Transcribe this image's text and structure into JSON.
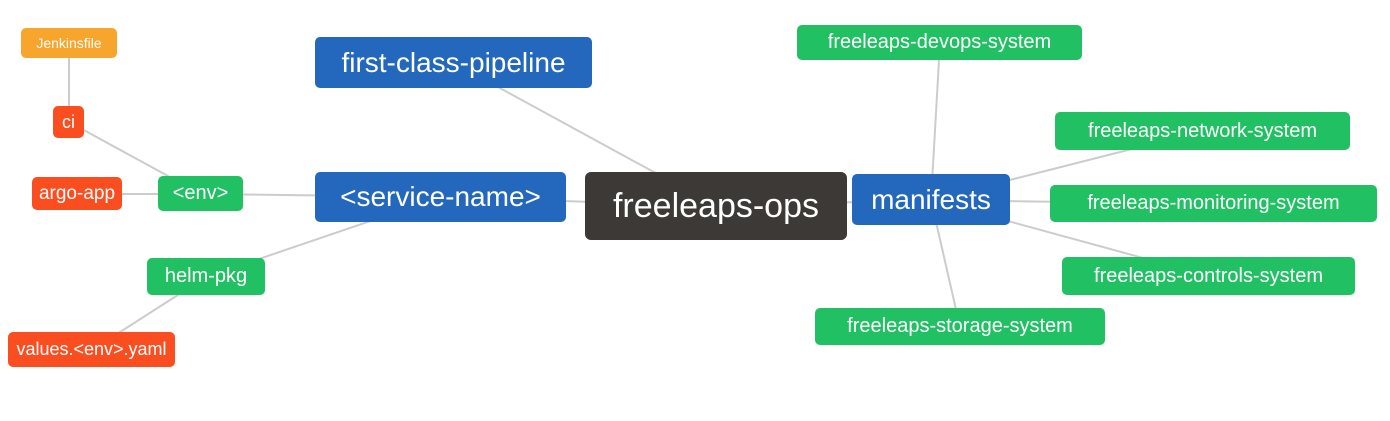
{
  "diagram": {
    "type": "mindmap",
    "root_label": "freeleaps-ops",
    "nodes": [
      {
        "id": "freeleaps-ops",
        "label": "freeleaps-ops",
        "role": "root",
        "color": "#3C3936"
      },
      {
        "id": "first-class-pipeline",
        "label": "first-class-pipeline",
        "role": "branch",
        "color": "#2368BD"
      },
      {
        "id": "service-name",
        "label": "<service-name>",
        "role": "branch",
        "color": "#2368BD"
      },
      {
        "id": "manifests",
        "label": "manifests",
        "role": "branch",
        "color": "#2368BD"
      },
      {
        "id": "env",
        "label": "<env>",
        "role": "leaf",
        "color": "#21C063"
      },
      {
        "id": "helm-pkg",
        "label": "helm-pkg",
        "role": "leaf",
        "color": "#21C063"
      },
      {
        "id": "jenkinsfile",
        "label": "Jenkinsfile",
        "role": "leaf",
        "color": "#F7A52D"
      },
      {
        "id": "ci",
        "label": "ci",
        "role": "leaf",
        "color": "#FA4E20"
      },
      {
        "id": "argo-app",
        "label": "argo-app",
        "role": "leaf",
        "color": "#FA4E20"
      },
      {
        "id": "values-env-yaml",
        "label": "values.<env>.yaml",
        "role": "leaf",
        "color": "#FA4E20"
      },
      {
        "id": "freeleaps-devops-system",
        "label": "freeleaps-devops-system",
        "role": "leaf",
        "color": "#21C063"
      },
      {
        "id": "freeleaps-network-system",
        "label": "freeleaps-network-system",
        "role": "leaf",
        "color": "#21C063"
      },
      {
        "id": "freeleaps-monitoring-system",
        "label": "freeleaps-monitoring-system",
        "role": "leaf",
        "color": "#21C063"
      },
      {
        "id": "freeleaps-controls-system",
        "label": "freeleaps-controls-system",
        "role": "leaf",
        "color": "#21C063"
      },
      {
        "id": "freeleaps-storage-system",
        "label": "freeleaps-storage-system",
        "role": "leaf",
        "color": "#21C063"
      }
    ],
    "edges": [
      [
        "jenkinsfile",
        "ci"
      ],
      [
        "ci",
        "env"
      ],
      [
        "argo-app",
        "env"
      ],
      [
        "env",
        "service-name"
      ],
      [
        "helm-pkg",
        "service-name"
      ],
      [
        "values-env-yaml",
        "helm-pkg"
      ],
      [
        "service-name",
        "freeleaps-ops"
      ],
      [
        "first-class-pipeline",
        "freeleaps-ops"
      ],
      [
        "freeleaps-ops",
        "manifests"
      ],
      [
        "manifests",
        "freeleaps-devops-system"
      ],
      [
        "manifests",
        "freeleaps-network-system"
      ],
      [
        "manifests",
        "freeleaps-monitoring-system"
      ],
      [
        "manifests",
        "freeleaps-controls-system"
      ],
      [
        "manifests",
        "freeleaps-storage-system"
      ]
    ],
    "colors": {
      "root_bg": "#3C3936",
      "branch_bg": "#2368BD",
      "leaf_green_bg": "#21C063",
      "leaf_red_bg": "#FA4E20",
      "leaf_orange_bg": "#F7A52D",
      "edge_line": "#CCCCCC",
      "node_text": "#FFFFFF",
      "background": "#FFFFFF"
    }
  }
}
